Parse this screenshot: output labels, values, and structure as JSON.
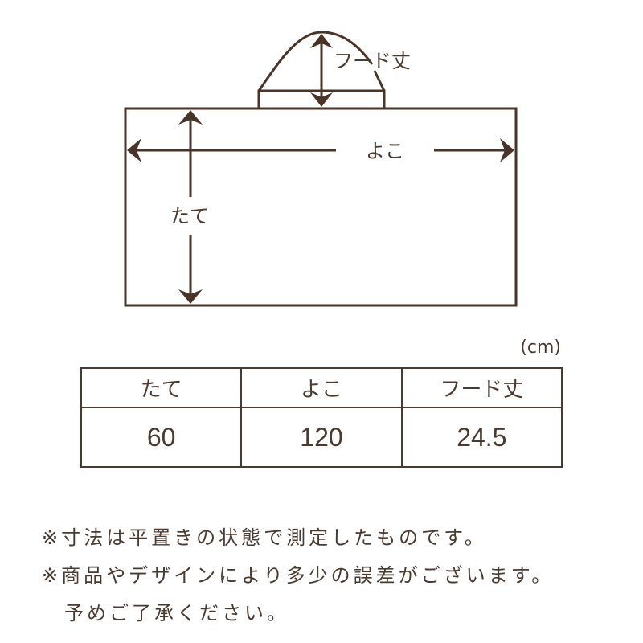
{
  "diagram": {
    "hood_label": "フード丈",
    "width_label": "よこ",
    "height_label": "たて",
    "line_color": "#4a3428"
  },
  "table": {
    "unit": "(cm)",
    "headers": [
      "たて",
      "よこ",
      "フード丈"
    ],
    "values": [
      "60",
      "120",
      "24.5"
    ]
  },
  "notes": [
    "※寸法は平置きの状態で測定したものです。",
    "※商品やデザインにより多少の誤差がございます。",
    "予めご了承ください。"
  ]
}
